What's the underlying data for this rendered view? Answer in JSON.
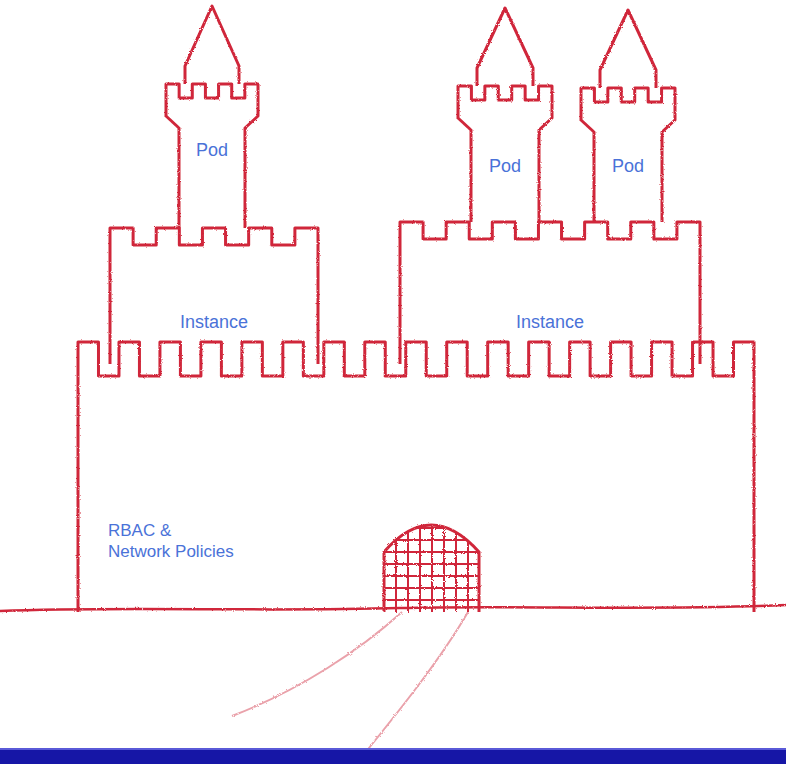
{
  "diagram": {
    "nodes": [
      {
        "text": [
          "RBAC & Network Policies"
        ]
      },
      {
        "text": [
          "Instance"
        ],
        "in": 0
      },
      {
        "text": [
          "Pod"
        ],
        "in": 1
      },
      {
        "text": [
          "Instance"
        ],
        "in": 0
      },
      {
        "text": [
          "Pod"
        ],
        "in": 3
      },
      {
        "text": [
          "Pod"
        ],
        "in": 3
      }
    ]
  }
}
